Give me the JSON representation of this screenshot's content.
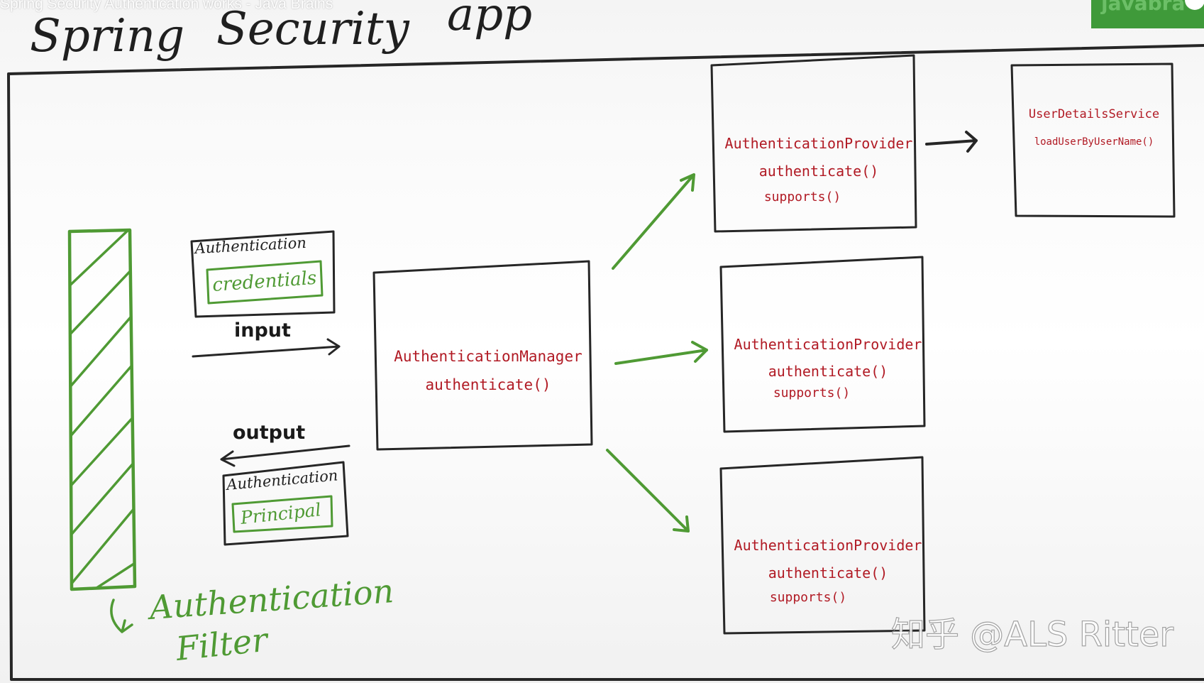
{
  "header": {
    "video_title": "Spring Security Authentication works - Java Brains",
    "heading_word1": "Spring",
    "heading_word2": "Security",
    "heading_word3": "app",
    "brand_badge": "javabra"
  },
  "filter": {
    "label_line1": "Authentication",
    "label_line2": "Filter"
  },
  "input_object": {
    "type_label": "Authentication",
    "field_label": "credentials",
    "arrow_label": "input"
  },
  "output_object": {
    "type_label": "Authentication",
    "field_label": "Principal",
    "arrow_label": "output"
  },
  "manager": {
    "name": "AuthenticationManager",
    "method": "authenticate()"
  },
  "providers": [
    {
      "name": "AuthenticationProvider",
      "method1": "authenticate()",
      "method2": "supports()"
    },
    {
      "name": "AuthenticationProvider",
      "method1": "authenticate()",
      "method2": "supports()"
    },
    {
      "name": "AuthenticationProvider",
      "method1": "authenticate()",
      "method2": "supports()"
    }
  ],
  "user_details": {
    "name": "UserDetailsService",
    "method": "loadUserByUserName()"
  },
  "watermark": {
    "text": "知乎 @ALS Ritter"
  },
  "colors": {
    "ink": "#2b2b2b",
    "green": "#4f9a34",
    "code_red": "#b11a24",
    "brand_green": "#3f9a3a"
  }
}
